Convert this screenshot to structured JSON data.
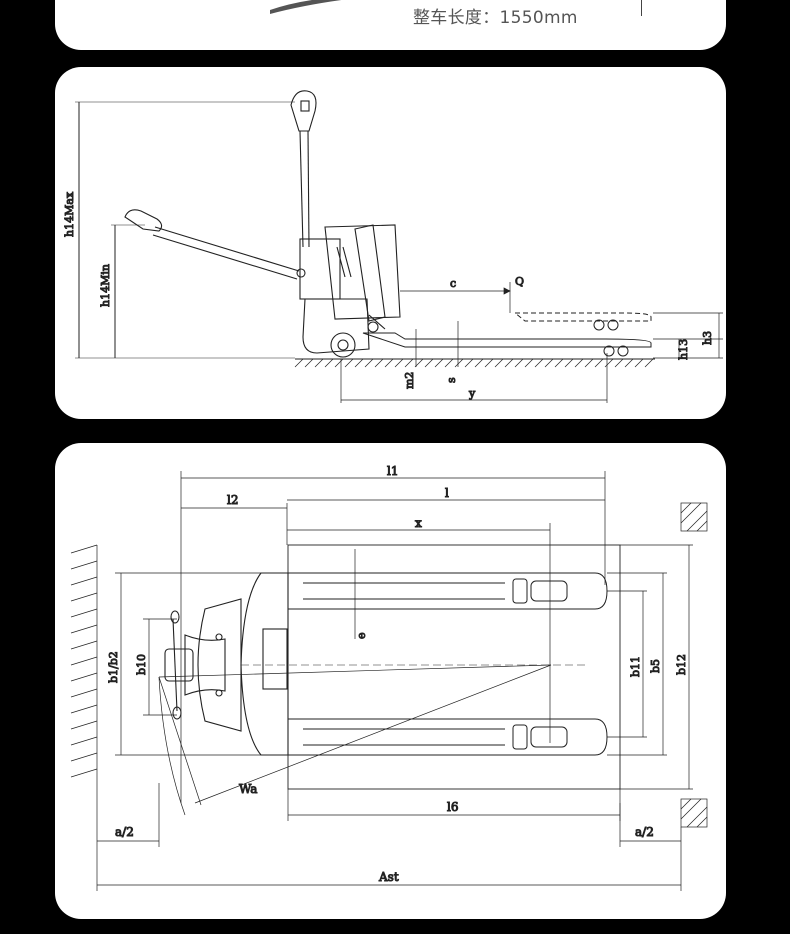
{
  "top_card": {
    "length_text": "整车长度：1550mm"
  },
  "side_view": {
    "labels": {
      "h14max": "h14Max",
      "h14min": "h14Min",
      "c": "c",
      "q": "Q",
      "h3": "h3",
      "h13": "h13",
      "m2": "m2",
      "s": "s",
      "y": "y"
    }
  },
  "plan_view": {
    "labels": {
      "l1": "l1",
      "l2": "l2",
      "l": "l",
      "x": "x",
      "e": "e",
      "b1b2": "b1/b2",
      "b10": "b10",
      "b11": "b11",
      "b5": "b5",
      "b12": "b12",
      "wa": "Wa",
      "l6": "l6",
      "a2_left": "a/2",
      "a2_right": "a/2",
      "ast": "Ast"
    }
  }
}
